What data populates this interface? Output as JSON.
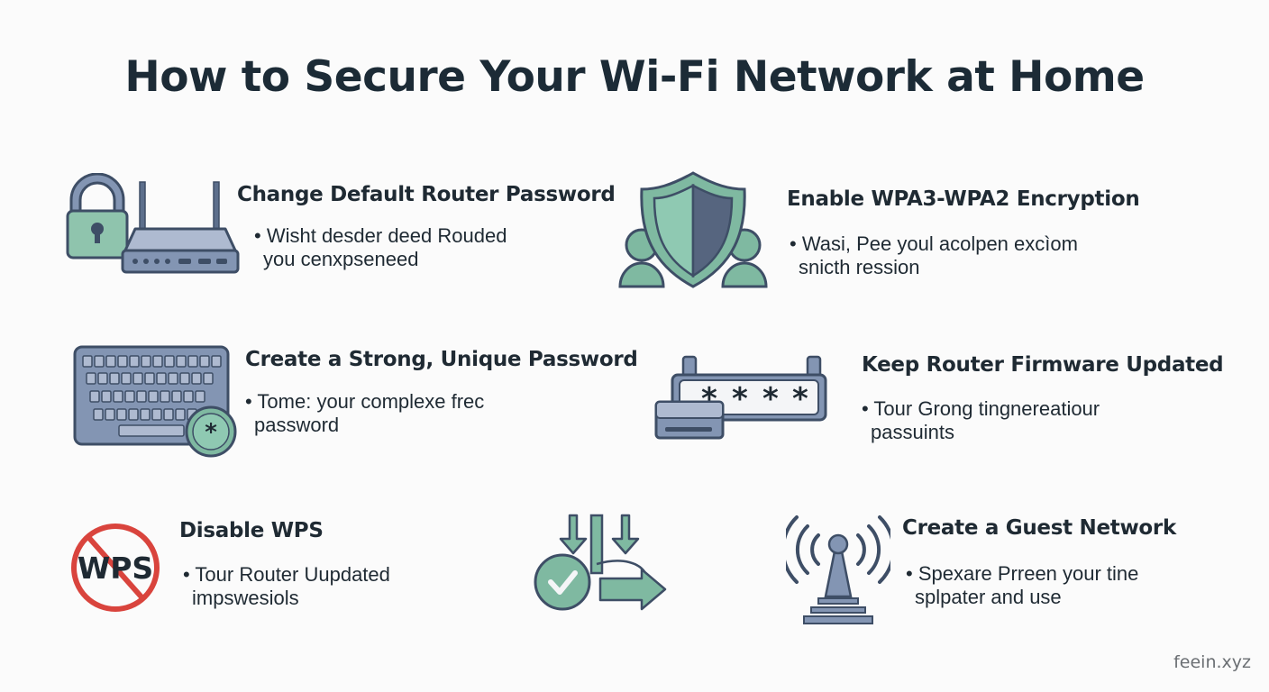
{
  "title": "How to Secure Your Wi-Fi Network at Home",
  "colors": {
    "green": "#7fb9a1",
    "dark_green": "#3f6b5c",
    "slate": "#8395b3",
    "dark_slate": "#3e4e66",
    "red": "#d9443d",
    "text": "#1f2a33"
  },
  "tips": [
    {
      "icon": "lock-router-icon",
      "heading": "Change Default Router Password",
      "line1": "Wisht desder deed Rouded",
      "line2": "you cenxpseneed"
    },
    {
      "icon": "shield-people-icon",
      "heading": "Enable WPA3-WPA2 Encryption",
      "line1": "Wasi, Pee youl acolpen excìom",
      "line2": "snicth ression"
    },
    {
      "icon": "keyboard-icon",
      "heading": "Create a Strong, Unique Password",
      "line1": "Tome: your complexe frec",
      "line2": "password"
    },
    {
      "icon": "password-router-icon",
      "heading": "Keep Router Firmware Updated",
      "line1": "Tour Grong tingnereatiour",
      "line2": "passuints"
    },
    {
      "icon": "no-wps-icon",
      "icon_text": "WPS",
      "heading": "Disable WPS",
      "line1": "Tour Router Uupdated",
      "line2": "impswesiols"
    },
    {
      "icon": "update-arrows-icon"
    },
    {
      "icon": "antenna-icon",
      "heading": "Create a Guest Network",
      "line1": "Spexare Prreen your tine",
      "line2": "splpater and use"
    }
  ],
  "watermark": "feein.xyz"
}
